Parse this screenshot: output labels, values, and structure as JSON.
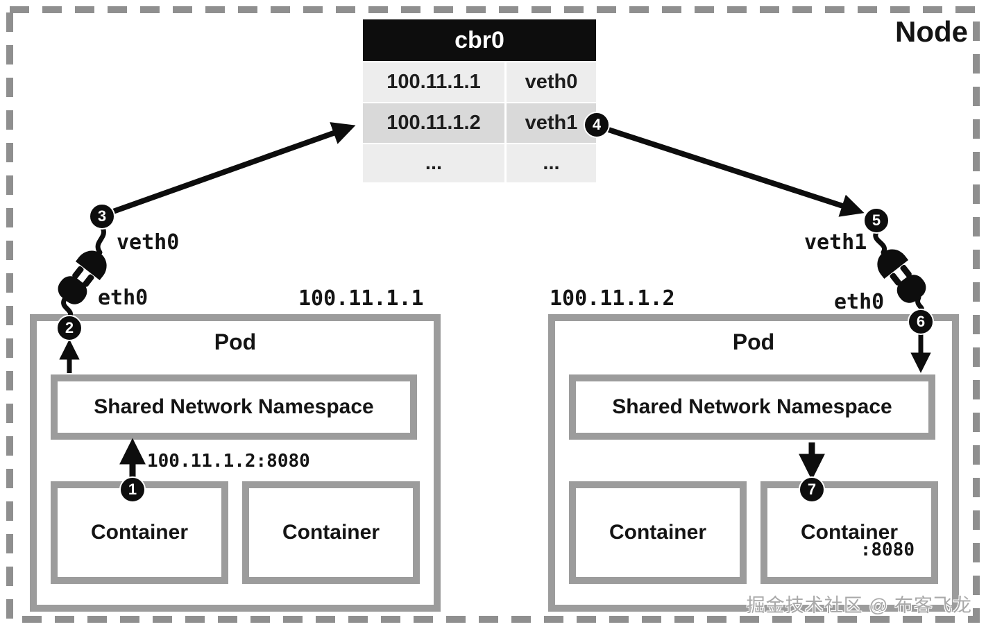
{
  "node": {
    "label": "Node"
  },
  "bridge_table": {
    "title": "cbr0",
    "rows": [
      {
        "ip": "100.11.1.1",
        "iface": "veth0",
        "highlighted": false
      },
      {
        "ip": "100.11.1.2",
        "iface": "veth1",
        "highlighted": true
      },
      {
        "ip": "...",
        "iface": "...",
        "highlighted": false
      }
    ]
  },
  "steps": [
    "1",
    "2",
    "3",
    "4",
    "5",
    "6",
    "7"
  ],
  "left": {
    "veth_label": "veth0",
    "eth_label": "eth0",
    "ip": "100.11.1.1",
    "pod_title": "Pod",
    "namespace_label": "Shared Network Namespace",
    "containers": [
      "Container",
      "Container"
    ],
    "request_label": "100.11.1.2:8080"
  },
  "right": {
    "veth_label": "veth1",
    "eth_label": "eth0",
    "ip": "100.11.1.2",
    "pod_title": "Pod",
    "namespace_label": "Shared Network Namespace",
    "containers": [
      "Container",
      "Container"
    ],
    "port_label": ":8080"
  },
  "watermark": {
    "text": "掘金技术社区 @ 布客飞龙"
  },
  "colors": {
    "black": "#0d0d0d",
    "box_border_gray": "#9c9c9c",
    "dashed_border_gray": "#8f8f8f",
    "table_row": "#ededed",
    "table_row_highlight": "#d9d9d9"
  }
}
